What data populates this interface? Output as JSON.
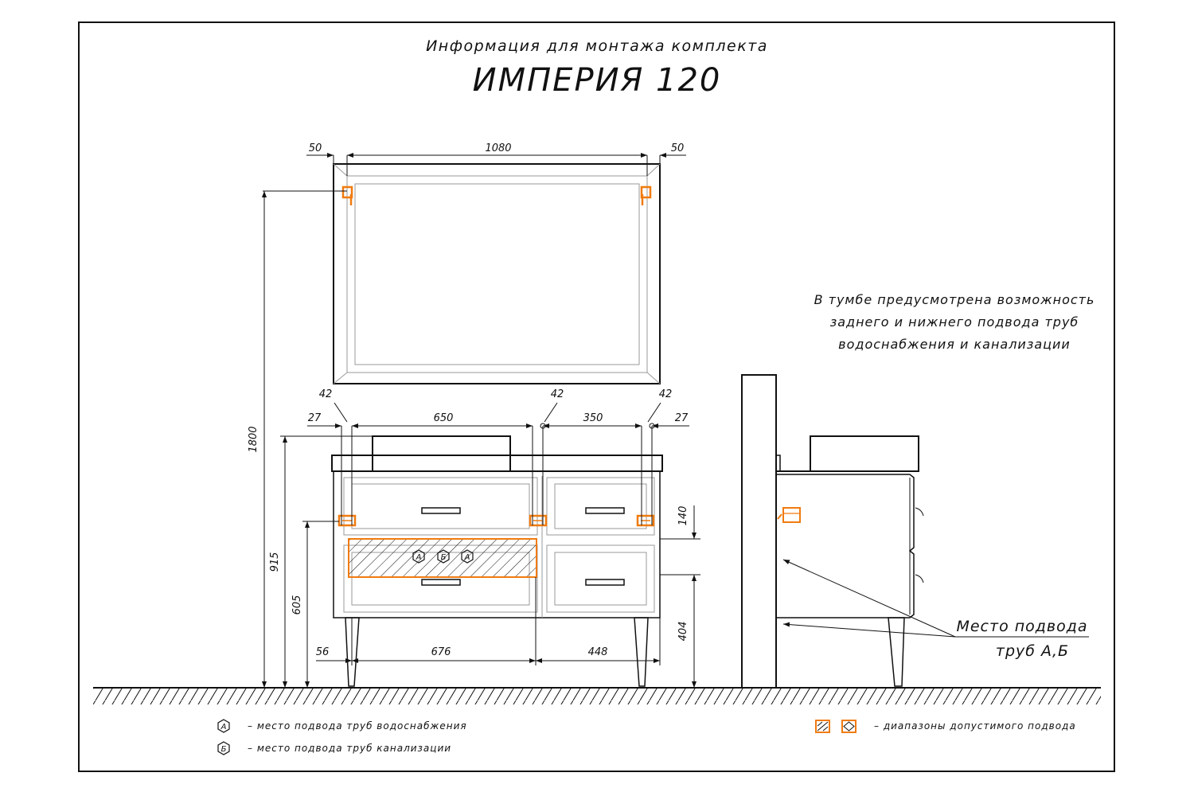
{
  "header": {
    "subtitle": "Информация для монтажа комплекта",
    "title": "ИМПЕРИЯ 120"
  },
  "note": {
    "lines": [
      "В тумбе предусмотрена возможность",
      "заднего и нижнего подвода труб",
      "водоснабжения и канализации"
    ]
  },
  "callout": {
    "line1": "Место подвода",
    "line2": "труб А,Б"
  },
  "dimensions": {
    "mirror_left": "50",
    "mirror_width": "1080",
    "mirror_right": "50",
    "height_total": "1800",
    "height_cabinet": "915",
    "height_pipes": "605",
    "top_42_left": "42",
    "top_42_mid": "42",
    "top_42_right": "42",
    "top_27_left": "27",
    "top_650": "650",
    "top_350": "350",
    "top_27_right": "27",
    "right_140": "140",
    "right_404": "404",
    "bottom_56": "56",
    "bottom_676": "676",
    "bottom_448": "448"
  },
  "markers": {
    "water": "А",
    "sewer": "Б"
  },
  "legend": {
    "water_label": "– место подвода труб водоснабжения",
    "sewer_label": "– место подвода труб канализации",
    "range_label": "– диапазоны допустимого подвода"
  },
  "colors": {
    "line": "#111111",
    "accent": "#f07b0f",
    "ghost": "#9a9a9a"
  }
}
